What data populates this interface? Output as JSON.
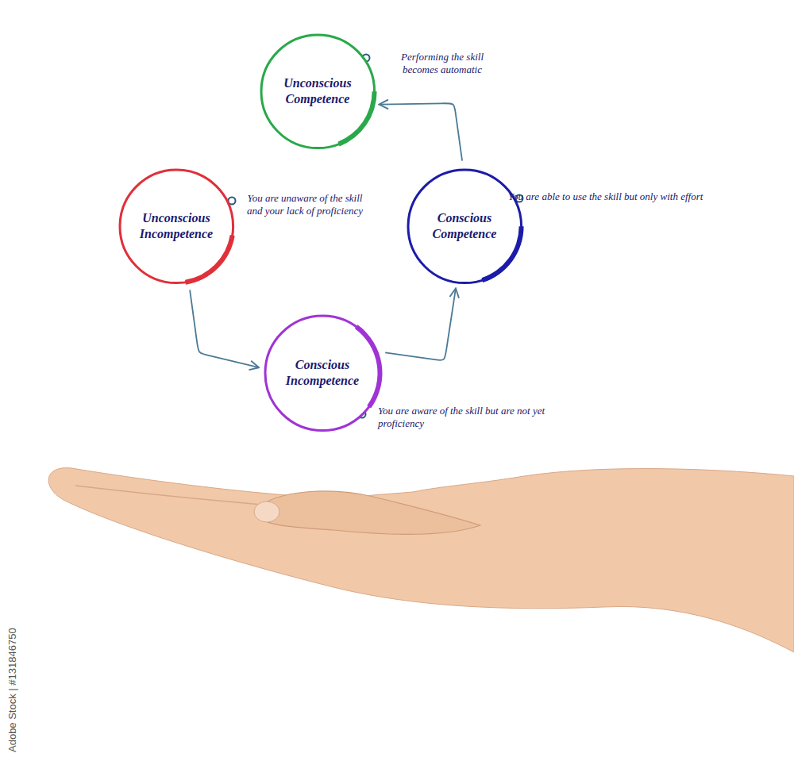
{
  "diagram": {
    "nodes": [
      {
        "text": [
          "Unconscious Competence"
        ]
      },
      {
        "text": [
          "Unconscious Incompetence"
        ]
      },
      {
        "text": [
          "Conscious Competence"
        ]
      },
      {
        "text": [
          "Conscious Incompetence"
        ]
      }
    ],
    "edges": [
      {
        "from": 1,
        "to": 3,
        "arrow": "to"
      },
      {
        "from": 3,
        "to": 2,
        "arrow": "to"
      },
      {
        "from": 2,
        "to": 0,
        "arrow": "to"
      }
    ],
    "labels": [
      "Performing the skill becomes automatic",
      "You are unaware of the skill and your lack of proficiency",
      "You are able to use the skill but only with effort",
      "You are aware of the skill but are not yet proficiency",
      "Adobe Stock | #131846750"
    ]
  }
}
